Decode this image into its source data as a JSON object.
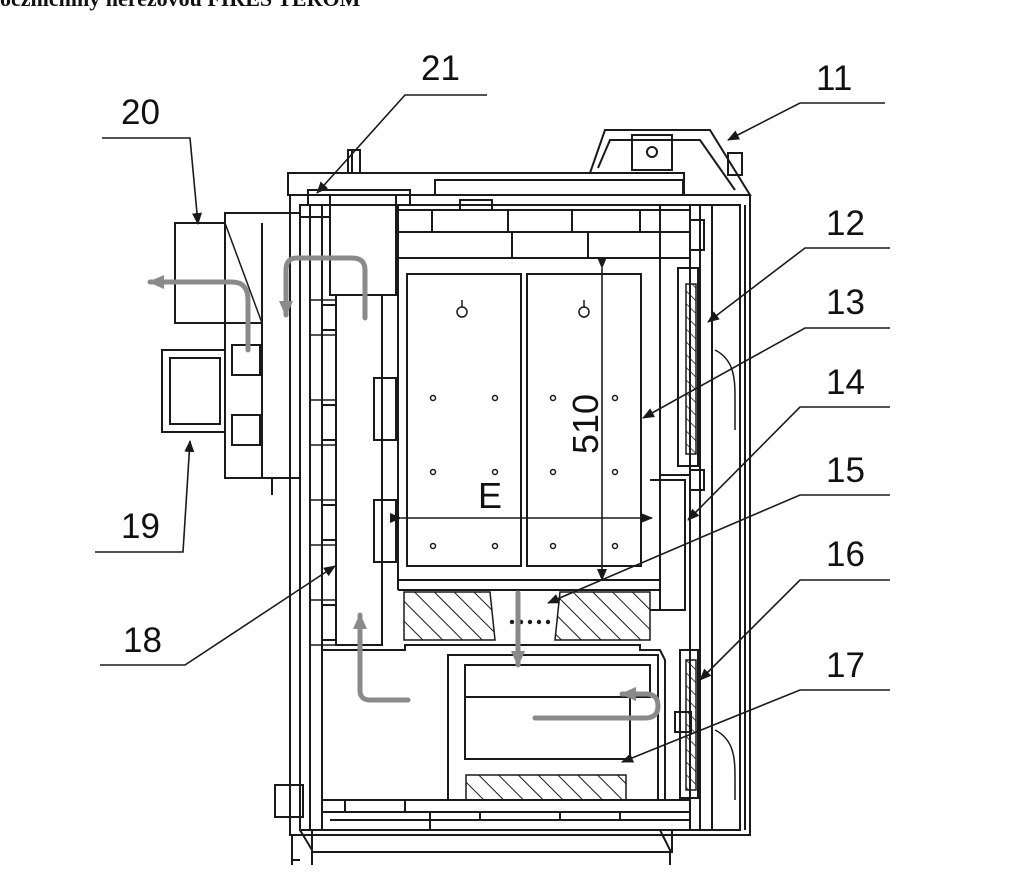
{
  "header_text": "ocznicniny nerezovou FIRES TEROM",
  "callouts": [
    "11",
    "12",
    "13",
    "14",
    "15",
    "16",
    "17",
    "18",
    "19",
    "20",
    "21"
  ],
  "dimensions": {
    "height": "510",
    "width": "E"
  },
  "colors": {
    "line": "#1a1a1a",
    "flow_arrow": "#8a8a8a",
    "background": "#ffffff"
  }
}
